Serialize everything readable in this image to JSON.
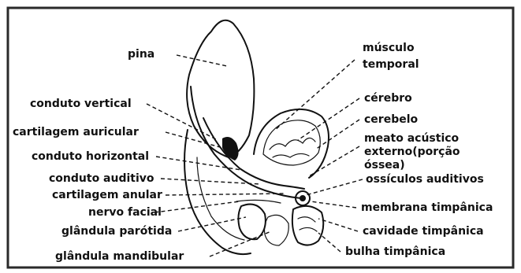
{
  "labels": {
    "pina": "pina",
    "conduto_vertical": "conduto vertical",
    "cartilagem_auricular": "cartilagem auricular",
    "conduto_horizontal": "conduto horizontal",
    "conduto_auditivo": "conduto auditivo",
    "cartilagem_anular": "cartilagem anular",
    "nervo_facial": "nervo facial",
    "glandula_parotida": "glândula parótida",
    "glandula_mandibular": "glândula mandibular",
    "musculo_l1": "músculo",
    "musculo_l2": "temporal",
    "cerebro": "cérebro",
    "cerebelo": "cerebelo",
    "meato_l1": "meato acústico",
    "meato_l2": "externo(porção",
    "meato_l3": "óssea)",
    "ossiculos": "ossículos auditivos",
    "membrana": "membrana timpânica",
    "cavidade": "cavidade timpânica",
    "bulha": "bulha timpânica"
  },
  "colors": {
    "background": "#ffffff",
    "frame": "#2a2a2a",
    "ink": "#111111"
  }
}
